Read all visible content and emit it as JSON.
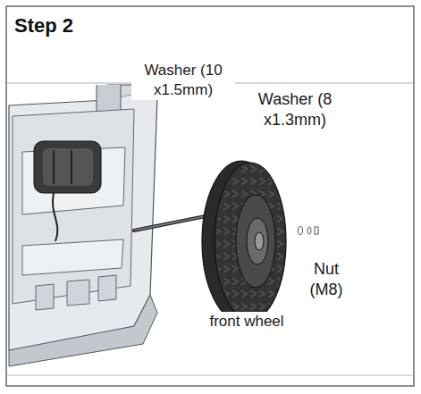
{
  "diagram": {
    "title": "Step 2",
    "labels": [
      "Washer (10 x1.5mm)",
      "Washer (8 x1.3mm)",
      "Nut (M8)",
      "front wheel"
    ]
  }
}
